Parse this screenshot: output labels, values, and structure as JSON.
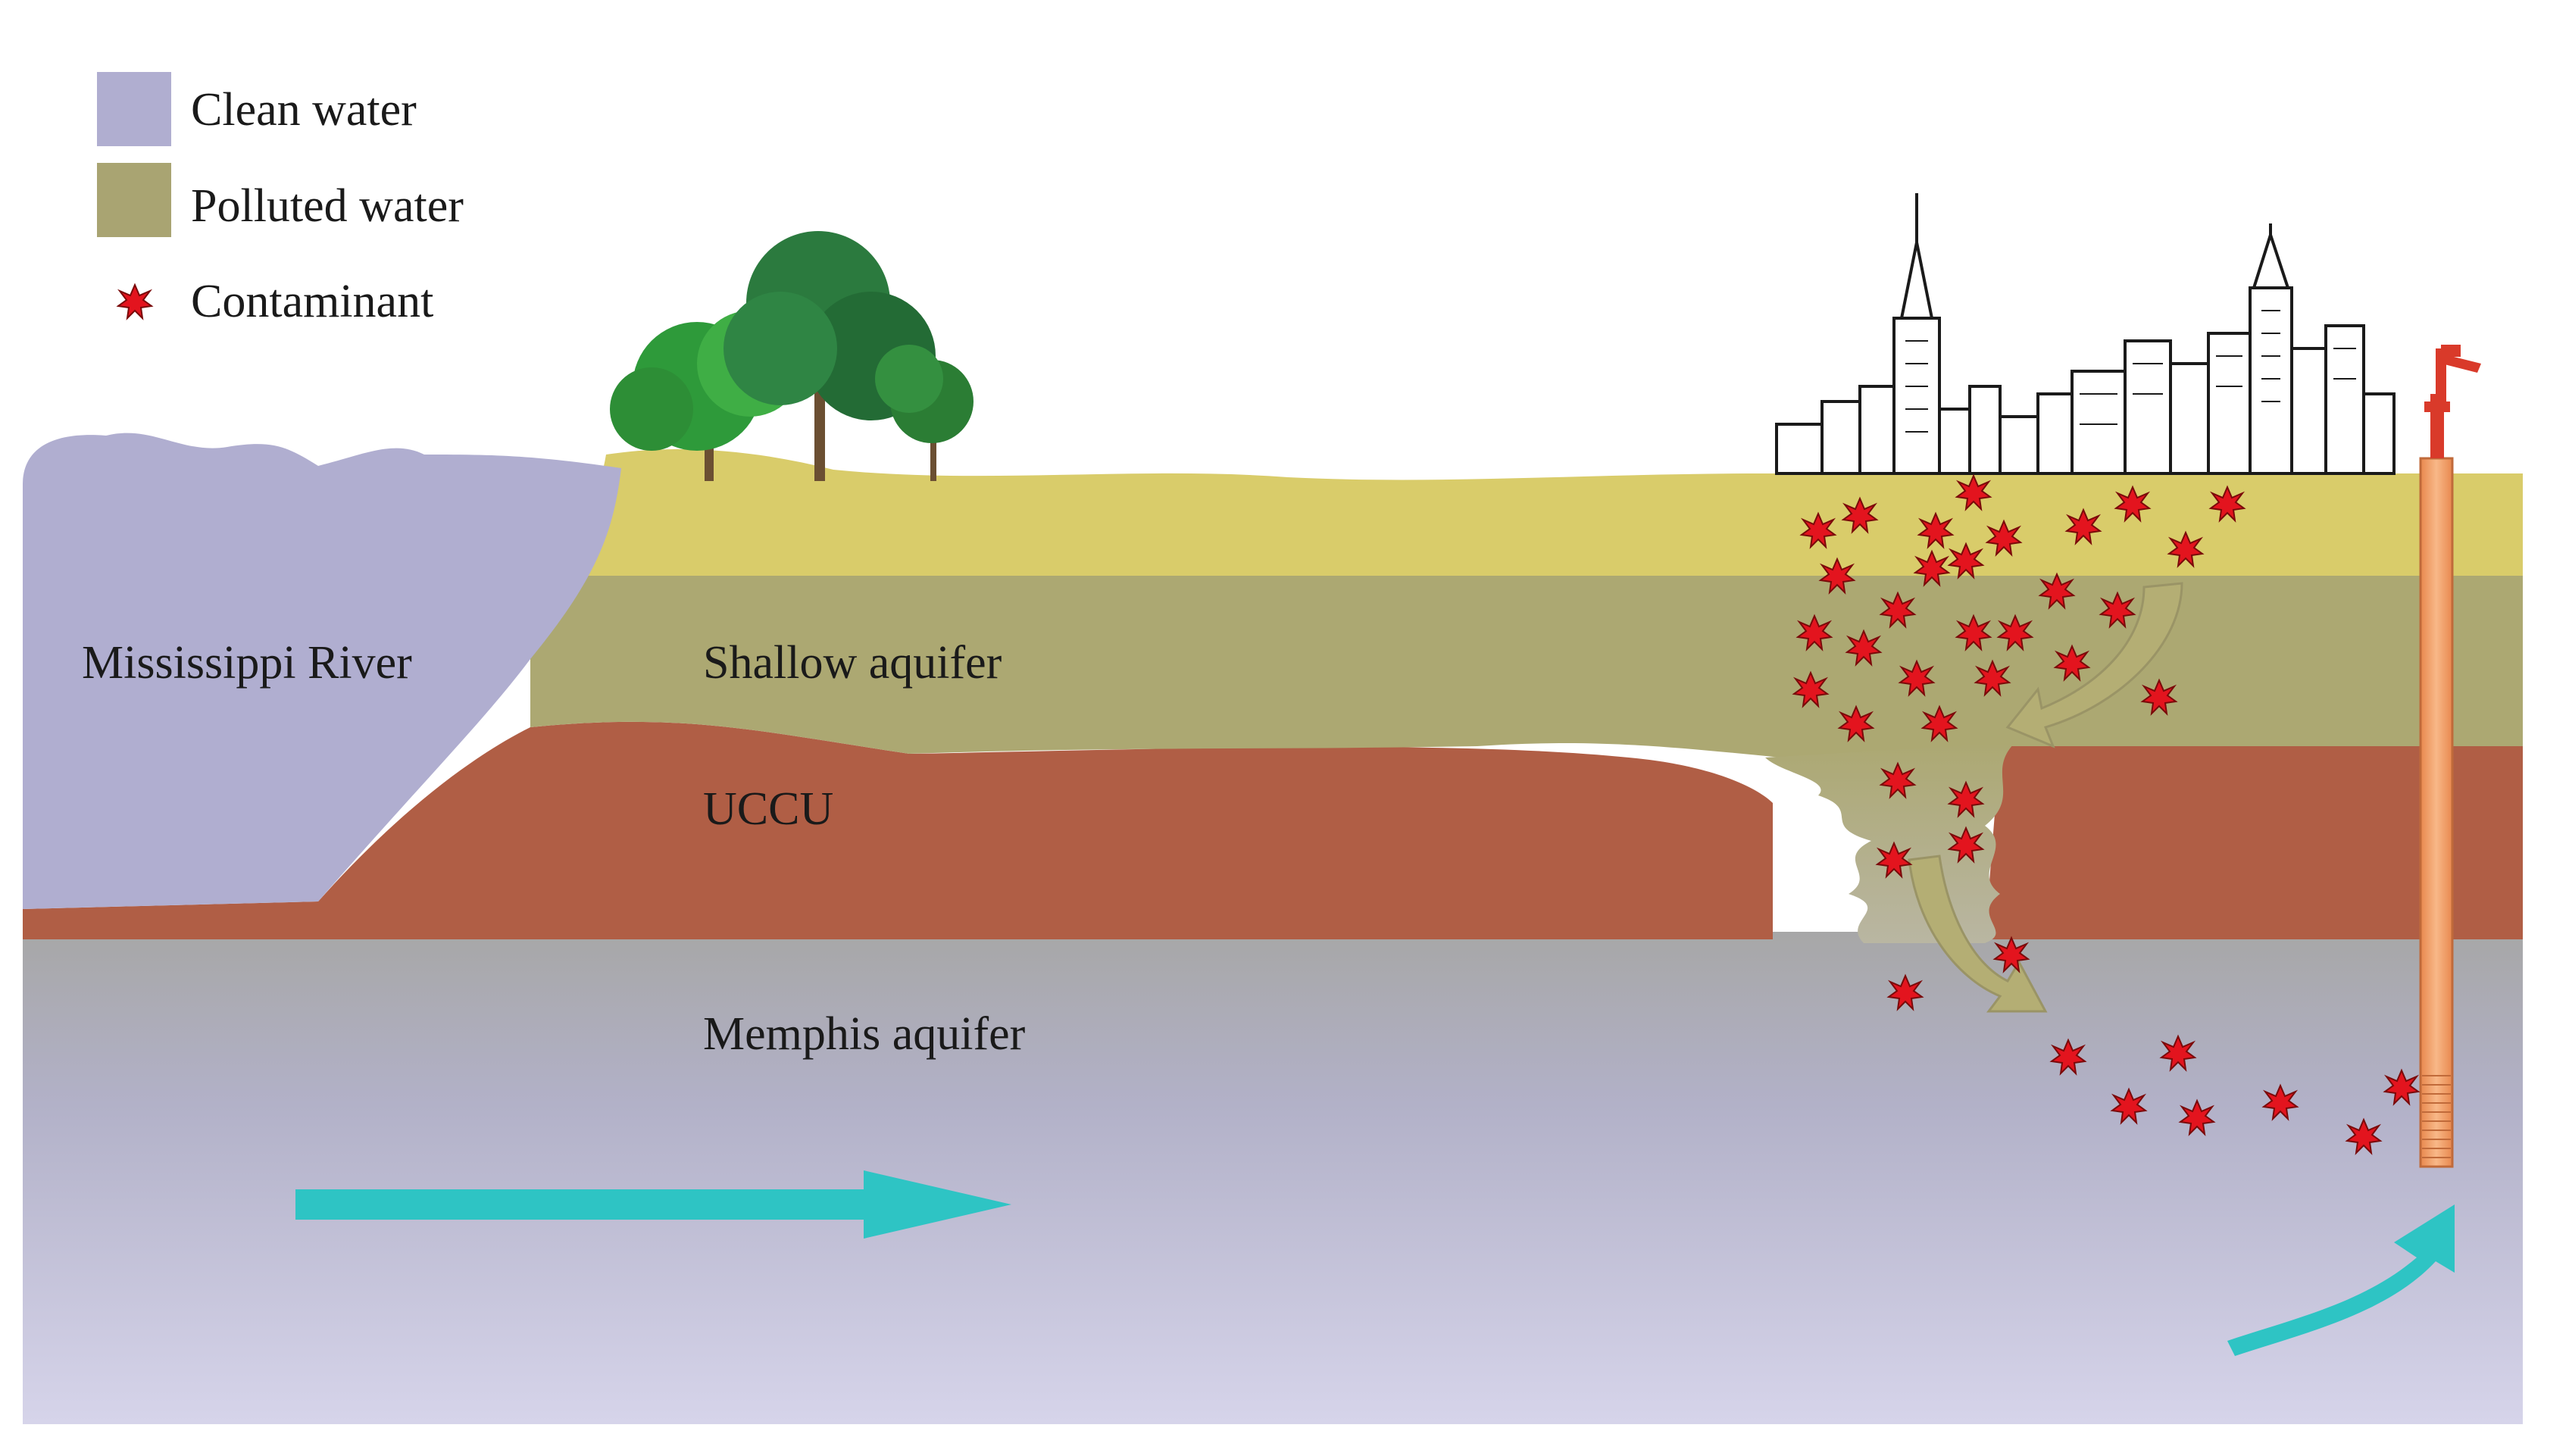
{
  "legend": {
    "items": [
      {
        "label": "Clean water",
        "color": "#b0aed0",
        "icon": "clean-water-swatch"
      },
      {
        "label": "Polluted water",
        "color": "#a9a472",
        "icon": "polluted-water-swatch"
      },
      {
        "label": "Contaminant",
        "color": "#e3141e",
        "icon": "contaminant-star-icon"
      }
    ]
  },
  "labels": {
    "river": "Mississippi River",
    "shallow": "Shallow aquifer",
    "uccu": "UCCU",
    "memphis": "Memphis aquifer"
  },
  "colors": {
    "river": "#b0aed0",
    "topsoil": "#d9cc6a",
    "shallow": "#aca872",
    "uccu": "#b05e45",
    "memphis_top": "#a8a8a8",
    "memphis_bottom": "#cfcde6",
    "flow_arrow": "#2ec4c4",
    "contaminant": "#e3141e",
    "well": "#f0a06a",
    "pollution_arrow": "#b4ae74"
  }
}
